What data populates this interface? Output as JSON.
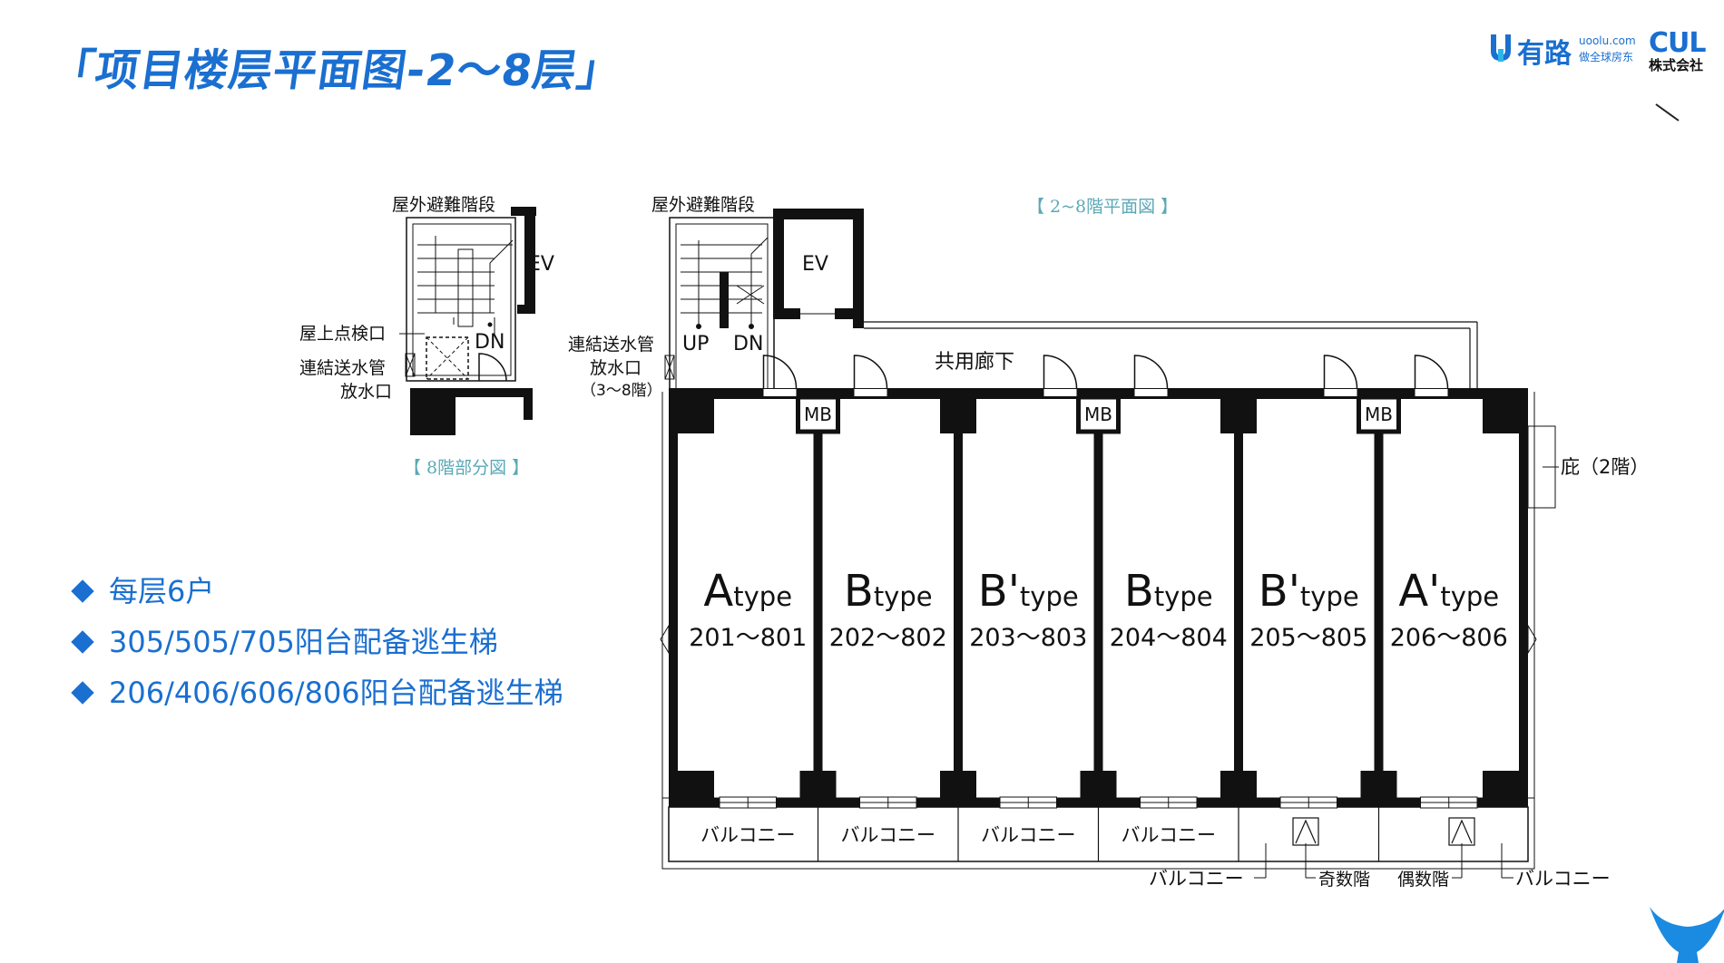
{
  "header": {
    "title": "「项目楼层平面图-2～8层」"
  },
  "logos": {
    "uoolu": {
      "name": "有路",
      "url": "uoolu.com",
      "slogan": "做全球房东"
    },
    "cul": {
      "mark": "CUL",
      "sub": "株式会社"
    }
  },
  "bullets": [
    "每层6户",
    "305/505/705阳台配备逃生梯",
    "206/406/606/806阳台配备逃生梯"
  ],
  "floorplan": {
    "caption_main": "【 2~8階平面図 】",
    "caption_partial": "【 8階部分図 】",
    "labels": {
      "stair_partial": "屋外避難階段",
      "stair_main": "屋外避難階段",
      "ev_partial": "EV",
      "ev_main": "EV",
      "roof_hatch": "屋上点検口",
      "dn_partial": "DN",
      "standpipe_partial_1": "連結送水管",
      "standpipe_partial_2": "放水口",
      "standpipe_main_1": "連結送水管",
      "standpipe_main_2": "放水口",
      "standpipe_main_3": "（3～8階）",
      "up": "UP",
      "dn_main": "DN",
      "corridor": "共用廊下",
      "canopy": "庇（2階）",
      "balcony_bottom_left": "バルコニー",
      "odd_floor": "奇数階",
      "even_floor": "偶数階",
      "balcony_bottom_right": "バルコニー"
    },
    "mb_label": "MB",
    "units": [
      {
        "type": "A",
        "prime": "",
        "suffix": "type",
        "rooms": "201～801",
        "balcony": "バルコニー"
      },
      {
        "type": "B",
        "prime": "",
        "suffix": "type",
        "rooms": "202～802",
        "balcony": "バルコニー"
      },
      {
        "type": "B",
        "prime": "'",
        "suffix": "type",
        "rooms": "203～803",
        "balcony": "バルコニー"
      },
      {
        "type": "B",
        "prime": "",
        "suffix": "type",
        "rooms": "204～804",
        "balcony": "バルコニー"
      },
      {
        "type": "B",
        "prime": "'",
        "suffix": "type",
        "rooms": "205～805",
        "balcony": ""
      },
      {
        "type": "A",
        "prime": "'",
        "suffix": "type",
        "rooms": "206～806",
        "balcony": ""
      }
    ]
  }
}
